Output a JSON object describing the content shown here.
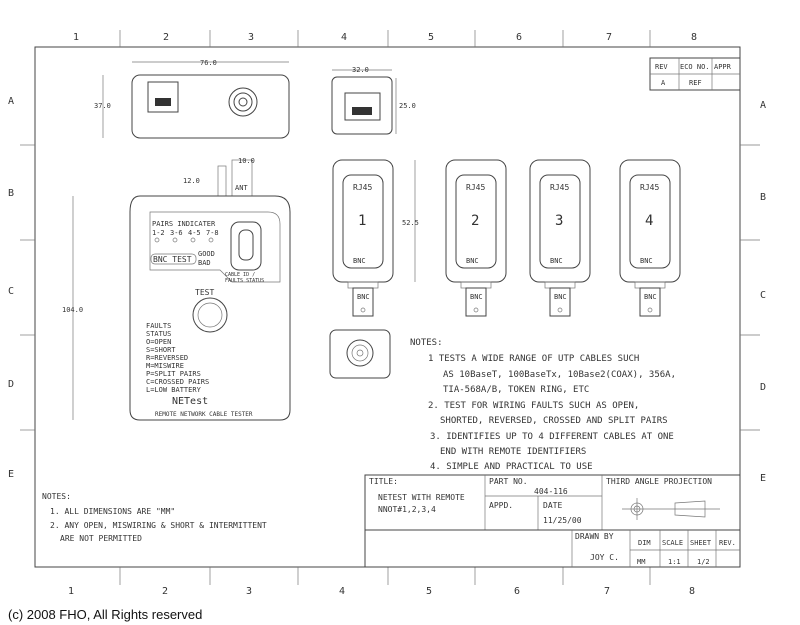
{
  "grid": {
    "columns": [
      "1",
      "2",
      "3",
      "4",
      "5",
      "6",
      "7",
      "8"
    ],
    "rows": [
      "A",
      "B",
      "C",
      "D",
      "E"
    ]
  },
  "revision_table": {
    "headers": [
      "REV",
      "ECO NO.",
      "APPR"
    ],
    "row": [
      "A",
      "REF",
      ""
    ]
  },
  "top_views": {
    "tester_width": "76.0",
    "tester_height": "37.0",
    "remote_width": "32.0",
    "remote_height": "25.0"
  },
  "tester": {
    "dim_height": "104.0",
    "dim_width_a": "12.0",
    "dim_width_b": "10.0",
    "antenna_label": "ANT",
    "pairs_indicator": "PAIRS INDICATER",
    "pairs": [
      "1-2",
      "3-6",
      "4-5",
      "7-8"
    ],
    "bnc_test": "BNC TEST",
    "good": "GOOD",
    "bad": "BAD",
    "cable_id_1": "CABLE ID /",
    "cable_id_2": "FAULTS STATUS",
    "test_label": "TEST",
    "legend": [
      "FAULTS",
      "STATUS",
      "O=OPEN",
      "S=SHORT",
      "R=REVERSED",
      "M=MISWIRE",
      "P=SPLIT PAIRS",
      "C=CROSSED PAIRS",
      "L=LOW BATTERY"
    ],
    "brand": "NETest",
    "subtitle": "REMOTE NETWORK CABLE TESTER"
  },
  "remotes": {
    "dim_height": "52.5",
    "units": [
      {
        "top": "RJ45",
        "number": "1",
        "bottom": "BNC",
        "connector": "BNC"
      },
      {
        "top": "RJ45",
        "number": "2",
        "bottom": "BNC",
        "connector": "BNC"
      },
      {
        "top": "RJ45",
        "number": "3",
        "bottom": "BNC",
        "connector": "BNC"
      },
      {
        "top": "RJ45",
        "number": "4",
        "bottom": "BNC",
        "connector": "BNC"
      }
    ]
  },
  "notes_right": {
    "title": "NOTES:",
    "lines": [
      "1 TESTS A WIDE RANGE OF UTP CABLES SUCH",
      "AS 10BaseT, 100BaseTx, 10Base2(COAX), 356A,",
      "TIA-568A/B, TOKEN RING, ETC",
      "2. TEST FOR WIRING FAULTS SUCH AS OPEN,",
      "SHORTED, REVERSED, CROSSED AND SPLIT PAIRS",
      "3. IDENTIFIES UP TO 4 DIFFERENT CABLES AT ONE",
      "END WITH REMOTE IDENTIFIERS",
      "4. SIMPLE AND PRACTICAL TO USE"
    ]
  },
  "notes_left": {
    "title": "NOTES:",
    "lines": [
      "1. ALL DIMENSIONS ARE \"MM\"",
      "2. ANY OPEN, MISWIRING & SHORT & INTERMITTENT",
      "ARE NOT PERMITTED"
    ]
  },
  "title_block": {
    "title_label": "TITLE:",
    "title_1": "NETEST WITH REMOTE",
    "title_2": "NNOT#1,2,3,4",
    "part_no_label": "PART NO.",
    "part_no": "404-116",
    "appd_label": "APPD.",
    "date_label": "DATE",
    "date": "11/25/00",
    "projection": "THIRD ANGLE PROJECTION",
    "drawn_by_label": "DRAWN BY",
    "drawn_by": "JOY C.",
    "dim_label": "DIM",
    "dim": "MM",
    "scale_label": "SCALE",
    "scale": "1:1",
    "sheet_label": "SHEET",
    "sheet": "1/2",
    "rev_label": "REV."
  },
  "copyright": "(c) 2008 FHO, All Rights reserved"
}
